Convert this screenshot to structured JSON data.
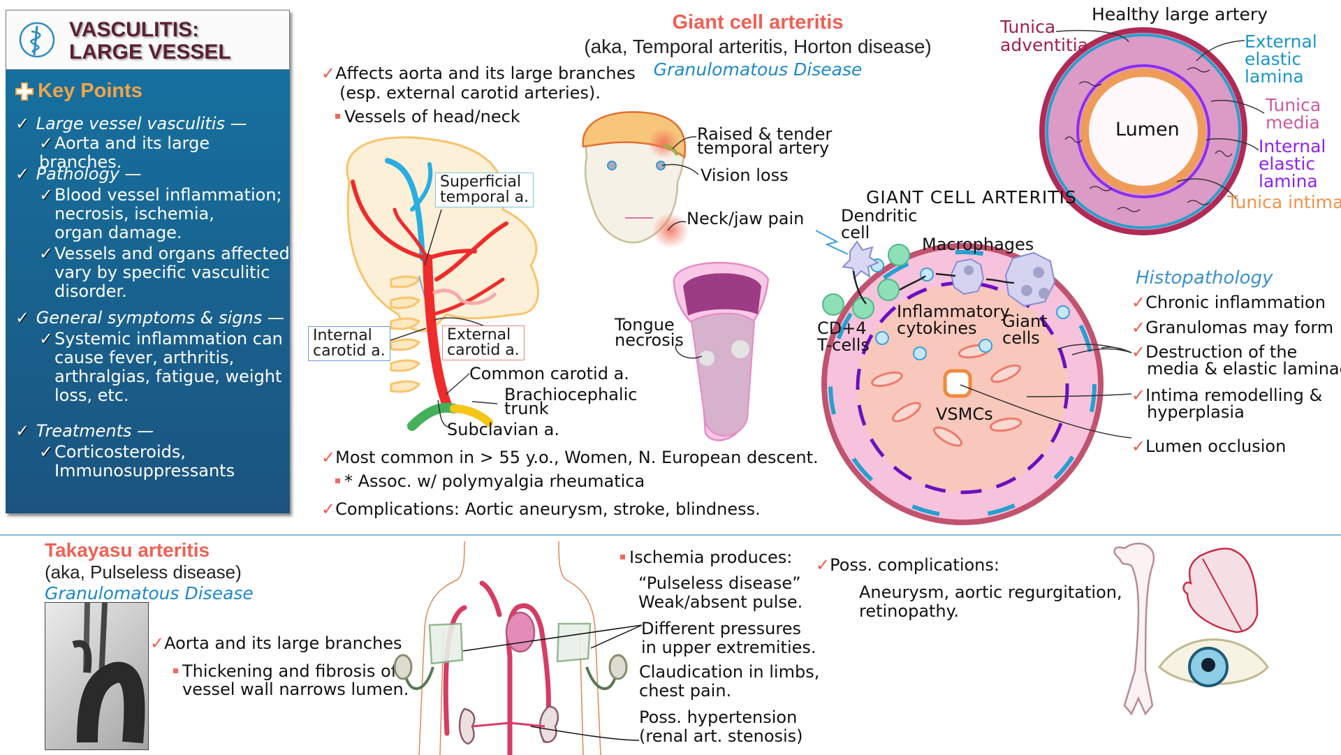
{
  "sidebar": {
    "title_line1": "VASCULITIS:",
    "title_line2": "LARGE VESSEL",
    "logo_icon": "caduceus-icon",
    "key_points_label": "Key Points",
    "sections": [
      {
        "heading": "Large vessel vasculitis —",
        "items": [
          "Aorta and its large branches."
        ]
      },
      {
        "heading": "Pathology —",
        "items": [
          "Blood vessel inflammation; necrosis, ischemia, organ damage.",
          "Vessels and organs affected vary by specific vasculitic disorder."
        ]
      },
      {
        "heading": "General symptoms & signs —",
        "items": [
          "Systemic inflammation can cause fever, arthritis, arthralgias, fatigue, weight loss, etc."
        ]
      },
      {
        "heading": "Treatments —",
        "items": [
          "Corticosteroids, Immunosuppressants"
        ]
      }
    ],
    "lines": {
      "s1h": "Large vessel vasculitis —",
      "s1i1": "Aorta and its large branches.",
      "s2h": "Pathology —",
      "s2i1a": "Blood vessel inflammation;",
      "s2i1b": "necrosis, ischemia,",
      "s2i1c": "organ damage.",
      "s2i2a": "Vessels and organs affected",
      "s2i2b": "vary  by specific vasculitic",
      "s2i2c": "disorder.",
      "s3h": "General symptoms & signs —",
      "s3i1a": "Systemic inflammation can",
      "s3i1b": "cause fever, arthritis,",
      "s3i1c": "arthralgias, fatigue, weight",
      "s3i1d": "loss, etc.",
      "s4h": "Treatments —",
      "s4i1a": "Corticosteroids,",
      "s4i1b": "Immunosuppressants"
    }
  },
  "gca": {
    "title": "Giant cell arteritis",
    "aka": "(aka, Temporal arteritis, Horton disease)",
    "type": "Granulomatous Disease",
    "affects_a": "Affects aorta and its large branches",
    "affects_b": "(esp. external carotid arteries).",
    "vessels": "Vessels of head/neck",
    "labels": {
      "superficial_temporal_a": "Superficial",
      "superficial_temporal_b": "temporal a.",
      "internal_carotid_a": "Internal",
      "internal_carotid_b": "carotid a.",
      "external_carotid_a": "External",
      "external_carotid_b": "carotid a.",
      "common_carotid": "Common carotid a.",
      "brachiocephalic_a": "Brachiocephalic",
      "brachiocephalic_b": "trunk",
      "subclavian": "Subclavian a."
    },
    "face_labels": {
      "raised_a": "Raised & tender",
      "raised_b": "temporal artery",
      "vision": "Vision loss",
      "neck": "Neck/jaw pain",
      "tongue_a": "Tongue",
      "tongue_b": "necrosis"
    },
    "most_common": "Most common in > 55 y.o., Women,  N. European descent.",
    "assoc": "* Assoc. w/ polymyalgia rheumatica",
    "complications": "Complications: Aortic aneurysm, stroke, blindness.",
    "histo_diagram": {
      "title": "GIANT CELL ARTERITIS",
      "dendritic_a": "Dendritic",
      "dendritic_b": "cell",
      "macrophages": "Macrophages",
      "cd4_a": "CD+4",
      "cd4_b": "T-cells",
      "cytokines_a": "Inflammatory",
      "cytokines_b": "cytokines",
      "giant_a": "Giant",
      "giant_b": "cells",
      "vsmcs": "VSMCs"
    },
    "histopathology": {
      "heading": "Histopathology",
      "items": [
        "Chronic inflammation",
        "Granulomas may form",
        "Destruction of the",
        "media  & elastic laminae",
        "Intima remodelling &",
        "hyperplasia",
        "Lumen occlusion"
      ]
    }
  },
  "healthy_artery": {
    "title": "Healthy large artery",
    "adventitia_a": "Tunica",
    "adventitia_b": "adventitia",
    "external_a": "External",
    "external_b": "elastic",
    "external_c": "lamina",
    "media_a": "Tunica",
    "media_b": "media",
    "internal_a": "Internal",
    "internal_b": "elastic",
    "internal_c": "lamina",
    "intima": "Tunica intima",
    "lumen": "Lumen"
  },
  "takayasu": {
    "title": "Takayasu arteritis",
    "aka": "(aka, Pulseless disease)",
    "type": "Granulomatous Disease",
    "aorta": "Aorta and its large branches",
    "thick_a": "Thickening and fibrosis of",
    "thick_b": "vessel wall narrows lumen.",
    "ischemia": "Ischemia produces:",
    "pulseless": "“Pulseless disease”",
    "weak": "Weak/absent pulse.",
    "diff_a": "Different pressures",
    "diff_b": "in upper extremities.",
    "claud_a": "Claudication in limbs,",
    "claud_b": "chest pain.",
    "htn_a": "Poss. hypertension",
    "htn_b": "(renal art. stenosis)",
    "poss": "Poss. complications:",
    "poss_a": "Aneurysm, aortic regurgitation,",
    "poss_b": "retinopathy."
  },
  "colors": {
    "sidebar_top": "#16709f",
    "sidebar_bottom": "#1b547f",
    "title_maroon": "#5b1f33",
    "key_points_orange": "#f2a44a",
    "accent_red": "#ee6153",
    "accent_blue": "#1d88c7",
    "divider": "#7fbfdc"
  }
}
